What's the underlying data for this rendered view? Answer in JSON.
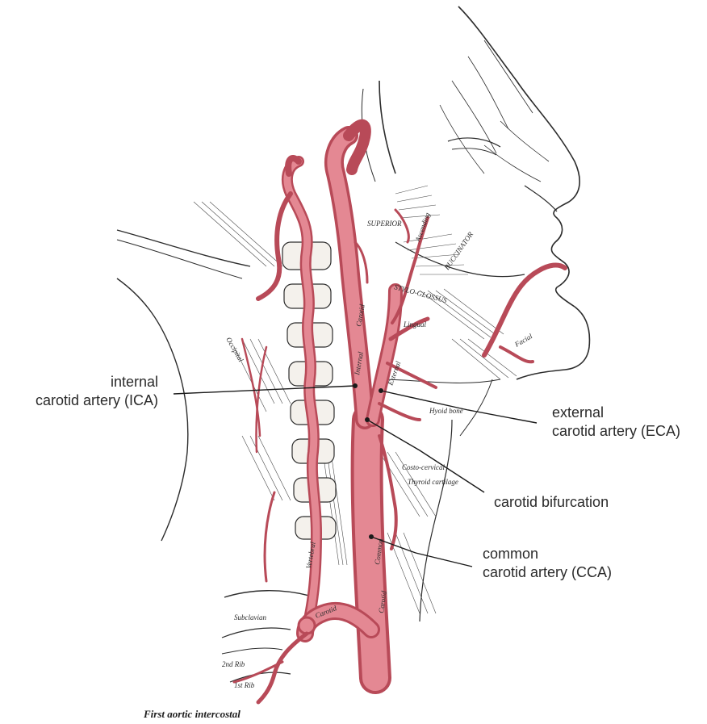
{
  "callouts": {
    "ica": {
      "line1": "internal",
      "line2": "carotid artery (ICA)"
    },
    "eca": {
      "line1": "external",
      "line2": "carotid artery (ECA)"
    },
    "bifurcation": {
      "line1": "carotid bifurcation"
    },
    "cca": {
      "line1": "common",
      "line2": "carotid artery (CCA)"
    }
  },
  "caption": "First aortic intercostal",
  "engraving_labels": [
    "Internal",
    "Carotid",
    "External",
    "Carotid",
    "Common",
    "Carotid",
    "Subclavian",
    "1st Rib",
    "2nd Rib",
    "Costo-cervical",
    "Thyroid cartilage",
    "Hyoid bone",
    "Vertebral",
    "Occipital",
    "BUCCINATOR",
    "STYLO-GLOSSUS",
    "SUPERIOR",
    "Lingual",
    "Facial",
    "Ascending"
  ],
  "colors": {
    "artery": "#d9707c",
    "artery_dark": "#b84a58",
    "ink": "#2c2c2c",
    "leader_line": "#1a1a1a",
    "label_text": "#2a2a2a"
  }
}
